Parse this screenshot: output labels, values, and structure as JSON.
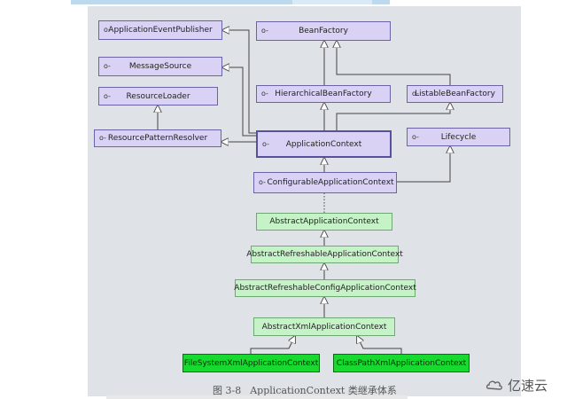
{
  "diagram": {
    "nodes": {
      "application_event_publisher": "ApplicationEventPublisher",
      "bean_factory": "BeanFactory",
      "message_source": "MessageSource",
      "resource_loader": "ResourceLoader",
      "hierarchical_bean_factory": "HierarchicalBeanFactory",
      "listable_bean_factory": "ListableBeanFactory",
      "resource_pattern_resolver": "ResourcePatternResolver",
      "application_context": "ApplicationContext",
      "lifecycle": "Lifecycle",
      "configurable_application_context": "ConfigurableApplicationContext",
      "abstract_application_context": "AbstractApplicationContext",
      "abstract_refreshable_application_context": "AbstractRefreshableApplicationContext",
      "abstract_refreshable_config_application_context": "AbstractRefreshableConfigApplicationContext",
      "abstract_xml_application_context": "AbstractXmlApplicationContext",
      "file_system_xml_application_context": "FileSystemXmlApplicationContext",
      "class_path_xml_application_context": "ClassPathXmlApplicationContext"
    },
    "interface_marker": "o-",
    "colors": {
      "interface_fill": "#d9d2f4",
      "abstract_fill": "#c6f2c8",
      "concrete_fill": "#18d92f",
      "background": "#dfe2e6"
    }
  },
  "caption": {
    "figure_number": "图 3-8",
    "title": "ApplicationContext 类继承体系"
  },
  "watermark": {
    "text": "亿速云"
  }
}
